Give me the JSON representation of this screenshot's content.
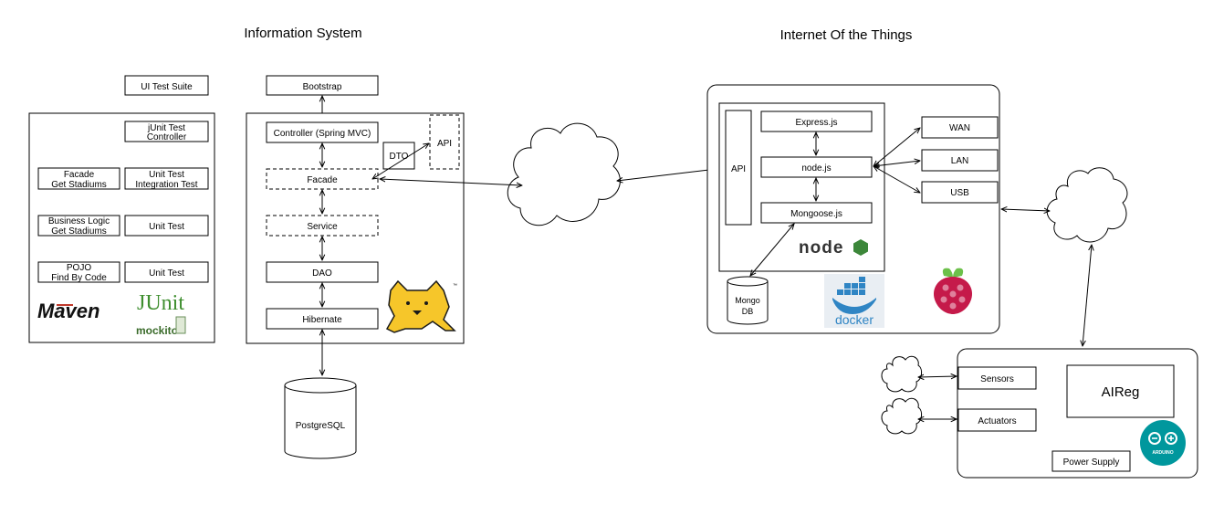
{
  "sections": {
    "info_system": "Information System",
    "iot": "Internet Of the Things"
  },
  "tests": {
    "ui_test_suite": "UI Test Suite",
    "junit_controller": [
      "jUnit Test",
      "Controller"
    ],
    "facade": [
      "Facade",
      "Get Stadiums"
    ],
    "unit_integration": [
      "Unit Test",
      "Integration Test"
    ],
    "business_logic": [
      "Business Logic",
      "Get Stadiums"
    ],
    "unit_test_1": "Unit Test",
    "pojo": [
      "POJO",
      "Find By Code"
    ],
    "unit_test_2": "Unit Test"
  },
  "logos": {
    "maven": "Maven",
    "junit": "JUnit",
    "mockito": "mockito",
    "node": "node",
    "docker": "docker",
    "arduino": "ARDUINO"
  },
  "server": {
    "bootstrap": "Bootstrap",
    "controller": "Controller (Spring MVC)",
    "dto": "DTO",
    "api": "API",
    "facade": "Facade",
    "service": "Service",
    "dao": "DAO",
    "hibernate": "Hibernate",
    "postgres": "PostgreSQL"
  },
  "iot_box": {
    "api": "API",
    "express": "Express.js",
    "nodejs": "node.js",
    "mongoose": "Mongoose.js",
    "mongo": [
      "Mongo",
      "DB"
    ],
    "wan": "WAN",
    "lan": "LAN",
    "usb": "USB"
  },
  "device": {
    "sensors": "Sensors",
    "actuators": "Actuators",
    "aireg": "AIReg",
    "power": "Power Supply"
  },
  "colors": {
    "maven_red": "#c0392b",
    "junit_green": "#3e8e2e",
    "junit_red": "#b03a2e",
    "node_green": "#3c873a",
    "docker_blue": "#2f85c4",
    "raspberry_red": "#c51a4a",
    "raspberry_leaf": "#6cc04a",
    "arduino_teal": "#00979d",
    "tomcat_yellow": "#f6c62a"
  }
}
